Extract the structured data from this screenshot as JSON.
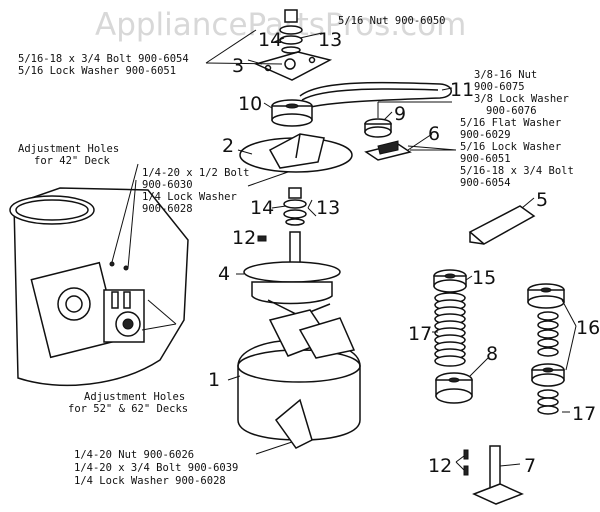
{
  "watermark": "AppliancePartsPros.com",
  "callouts": {
    "c1": "1",
    "c2": "2",
    "c3": "3",
    "c4": "4",
    "c5": "5",
    "c6": "6",
    "c7": "7",
    "c8": "8",
    "c9": "9",
    "c10": "10",
    "c11": "11",
    "c12": "12",
    "c13": "13",
    "c14": "14",
    "c15": "15",
    "c16": "16",
    "c17": "17"
  },
  "labels": {
    "top_nut": "5/16 Nut  900-6050",
    "bolt_5_16": "5/16-18 x 3/4 Bolt  900-6054",
    "lock_washer_5_16": "5/16 Lock Washer    900-6051",
    "nut_3_8": "3/8-16 Nut",
    "nut_3_8_pn": "900-6075",
    "lock_washer_3_8": "3/8 Lock Washer",
    "lock_washer_3_8_pn": "900-6076",
    "flat_washer_5_16": "5/16 Flat Washer",
    "flat_washer_5_16_pn": "900-6029",
    "lock_washer_5_16_r": "5/16 Lock Washer",
    "lock_washer_5_16_r_pn": "900-6051",
    "bolt_5_16_r": "5/16-18 x 3/4 Bolt",
    "bolt_5_16_r_pn": "900-6054",
    "adj_holes_42_1": "Adjustment Holes",
    "adj_holes_42_2": "for 42\" Deck",
    "bolt_1_4": "1/4-20 x 1/2 Bolt",
    "bolt_1_4_pn": "900-6030",
    "lock_washer_1_4": "1/4 Lock Washer",
    "lock_washer_1_4_pn": "900-6028",
    "adj_holes_52_1": "Adjustment Holes",
    "adj_holes_52_2": "for 52\" & 62\" Decks",
    "nut_1_4": "1/4-20 Nut        900-6026",
    "bolt_1_4_b": "1/4-20 x 3/4 Bolt  900-6039",
    "lock_washer_1_4_b": "1/4 Lock Washer    900-6028"
  }
}
